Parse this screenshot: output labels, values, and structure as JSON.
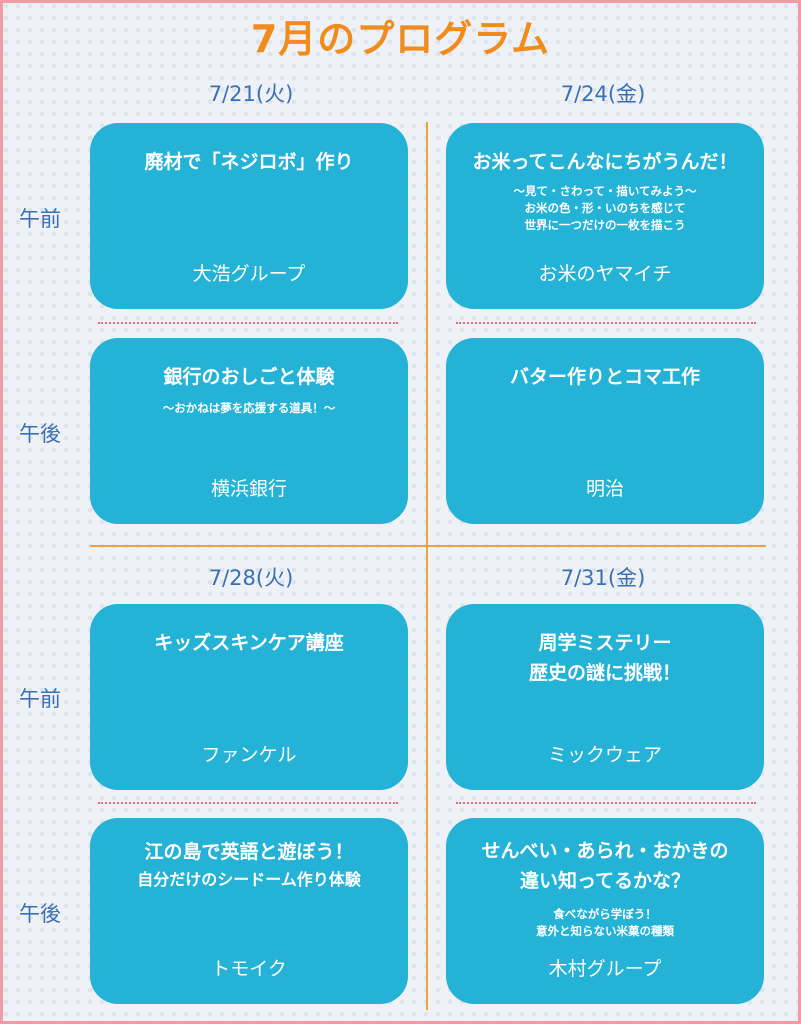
{
  "title": "7月のプログラム",
  "dates": {
    "d1": "7/21(火)",
    "d2": "7/24(金)",
    "d3": "7/28(火)",
    "d4": "7/31(金)"
  },
  "periods": {
    "am": "午前",
    "pm": "午後"
  },
  "programs": {
    "p1": {
      "title": [
        "廃材で「ネジロボ」作り"
      ],
      "sub": [],
      "org": "大浩グループ"
    },
    "p2": {
      "title": [
        "お米ってこんなにちがうんだ！"
      ],
      "sub": [
        "〜見て・さわって・描いてみよう〜",
        "お米の色・形・いのちを感じて",
        "世界に一つだけの一枚を描こう"
      ],
      "org": "お米のヤマイチ"
    },
    "p3": {
      "title": [
        "銀行のおしごと体験"
      ],
      "sub": [
        "〜おかねは夢を応援する道具！〜"
      ],
      "org": "横浜銀行"
    },
    "p4": {
      "title": [
        "バター作りとコマ工作"
      ],
      "sub": [],
      "org": "明治"
    },
    "p5": {
      "title": [
        "キッズスキンケア講座"
      ],
      "sub": [],
      "org": "ファンケル"
    },
    "p6": {
      "title": [
        "周学ミステリー",
        "歴史の謎に挑戦！"
      ],
      "sub": [],
      "org": "ミックウェア"
    },
    "p7": {
      "title": [
        "江の島で英語と遊ぼう！",
        "自分だけのシードーム作り体験"
      ],
      "sub": [],
      "org": "トモイク"
    },
    "p8": {
      "title": [
        "せんべい・あられ・おかきの",
        "違い知ってるかな？"
      ],
      "sub": [
        "食べながら学ぼう！",
        "意外と知らない米菓の種類"
      ],
      "org": "木村グループ"
    }
  },
  "colors": {
    "accent": "#f08c1e",
    "card": "#24b2d6",
    "label": "#3a6fb6",
    "frame": "#f29aa5"
  }
}
